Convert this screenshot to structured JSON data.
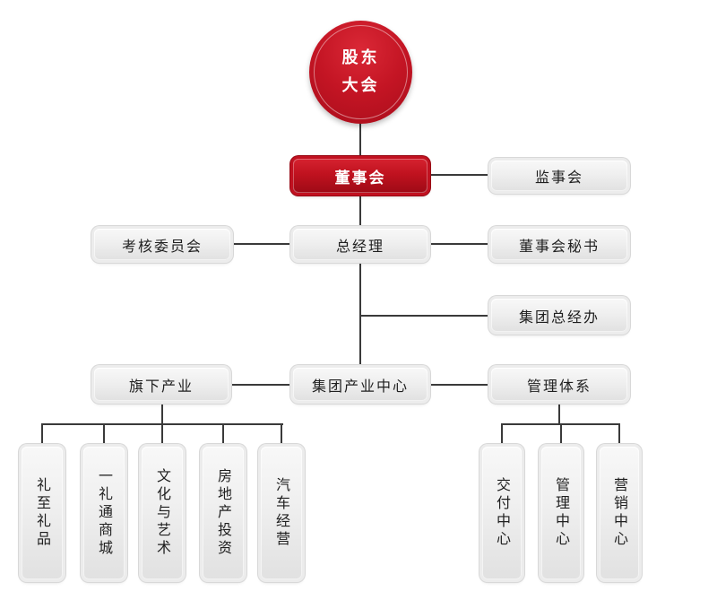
{
  "colors": {
    "accent_red_top": "#d52230",
    "accent_red_bottom": "#9e0a16",
    "gray_box_top": "#f8f8f8",
    "gray_box_bottom": "#e1e1e1",
    "connector_line": "#3a3a3a",
    "text_dark": "#1f1f1f",
    "text_light": "#ffffff",
    "background": "#ffffff"
  },
  "org_chart": {
    "root": {
      "label": "股东大会",
      "line1": "股东",
      "line2": "大会"
    },
    "level2": {
      "board": "董事会",
      "supervisory": "监事会"
    },
    "level3": {
      "assessment": "考核委员会",
      "general_manager": "总经理",
      "board_secretary": "董事会秘书"
    },
    "level4": {
      "group_office": "集团总经办"
    },
    "level5": {
      "industries": "旗下产业",
      "industry_center": "集团产业中心",
      "management_system": "管理体系"
    },
    "industry_children": [
      "礼至礼品",
      "一礼通商城",
      "文化与艺术",
      "房地产投资",
      "汽车经营"
    ],
    "management_children": [
      "交付中心",
      "管理中心",
      "营销中心"
    ]
  }
}
